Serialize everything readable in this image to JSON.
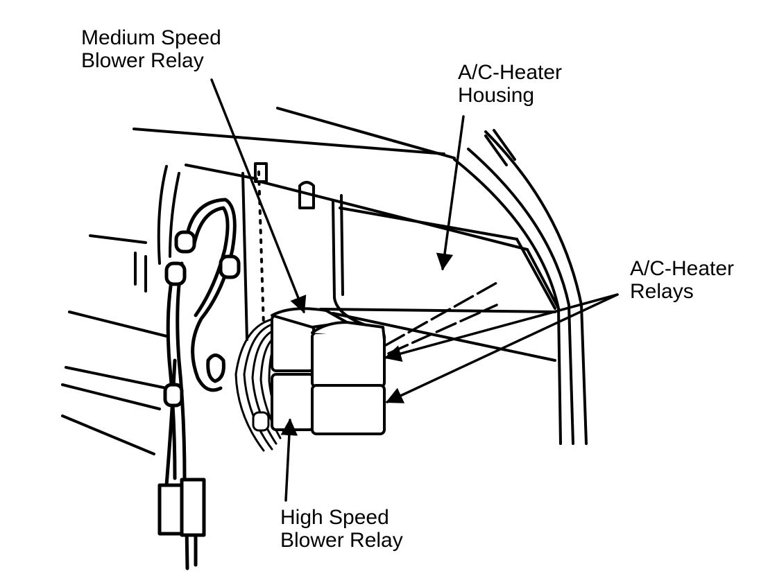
{
  "labels": {
    "medium_speed": {
      "line1": "Medium Speed",
      "line2": "Blower Relay"
    },
    "housing": {
      "line1": "A/C-Heater",
      "line2": "Housing"
    },
    "relays": {
      "line1": "A/C-Heater",
      "line2": "Relays"
    },
    "high_speed": {
      "line1": "High Speed",
      "line2": "Blower Relay"
    }
  },
  "colors": {
    "ink": "#000000",
    "paper": "#ffffff"
  }
}
